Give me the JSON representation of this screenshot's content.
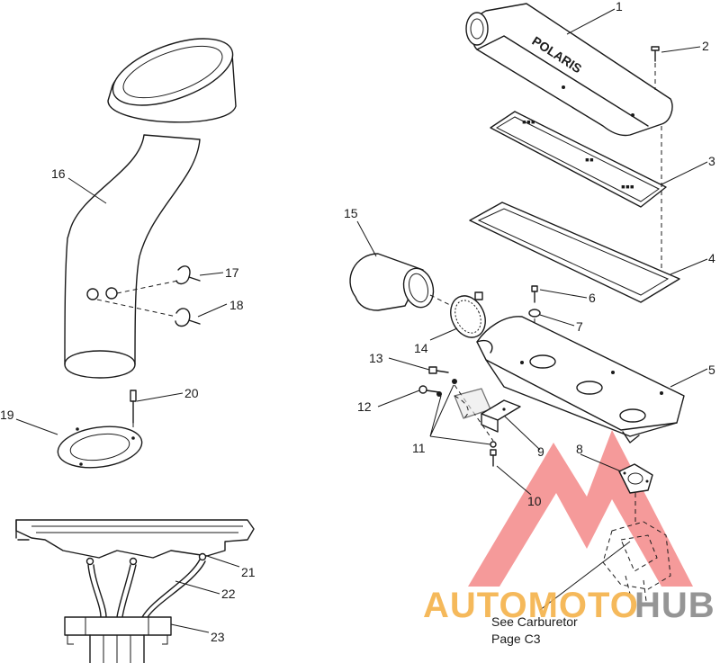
{
  "callouts": [
    "1",
    "2",
    "3",
    "4",
    "5",
    "6",
    "7",
    "8",
    "9",
    "10",
    "11",
    "12",
    "13",
    "14",
    "15",
    "16",
    "17",
    "18",
    "19",
    "20",
    "21",
    "22",
    "23"
  ],
  "note": {
    "line1": "See Carburetor",
    "line2": "Page C3"
  },
  "cover_logo": "POLARIS",
  "watermark": {
    "part1": "AUTOMOTO",
    "part2": "HUB",
    "color_red": "#f06a6a",
    "color_orange": "#f5b24a",
    "color_gray": "#8a8a8a"
  }
}
